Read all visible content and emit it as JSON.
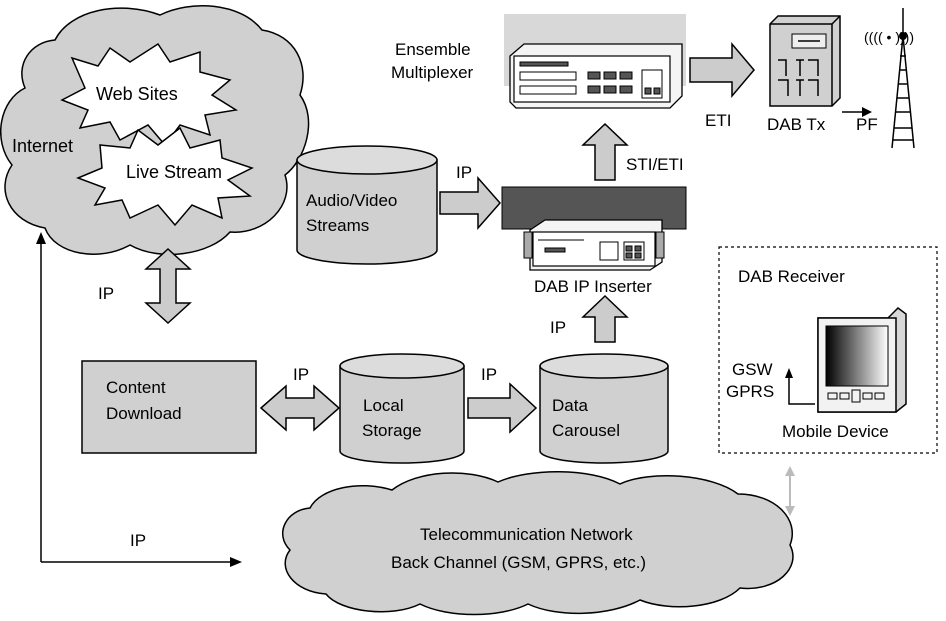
{
  "labels": {
    "internet": "Internet",
    "web_sites": "Web Sites",
    "live_stream": "Live Stream",
    "av_line1": "Audio/Video",
    "av_line2": "Streams",
    "ensemble_line1": "Ensemble",
    "ensemble_line2": "Multiplexer",
    "eti": "ETI",
    "dab_tx": "DAB Tx",
    "pf": "PF",
    "sti_eti": "STI/ETI",
    "ip_inserter": "DAB IP Inserter",
    "ip_av": "IP",
    "ip_internet": "IP",
    "ip_carousel_up": "IP",
    "ip_content": "IP",
    "ip_storage": "IP",
    "ip_bottom": "IP",
    "content_line1": "Content",
    "content_line2": "Download",
    "storage_line1": "Local",
    "storage_line2": "Storage",
    "carousel_line1": "Data",
    "carousel_line2": "Carousel",
    "dab_receiver": "DAB Receiver",
    "gsw": "GSW",
    "gprs": "GPRS",
    "mobile_device": "Mobile Device",
    "telecom_line1": "Telecommunication Network",
    "telecom_line2": "Back Channel (GSM, GPRS, etc.)",
    "antenna_waves": "(((( • ))))"
  },
  "colors": {
    "fill_gray": "#d0d0d0",
    "arrow_gray": "#cccccc",
    "stroke": "#000000"
  },
  "icons": [
    "ensemble-multiplexer-icon",
    "dab-transmitter-icon",
    "antenna-tower-icon",
    "ip-inserter-icon",
    "mobile-device-icon"
  ]
}
